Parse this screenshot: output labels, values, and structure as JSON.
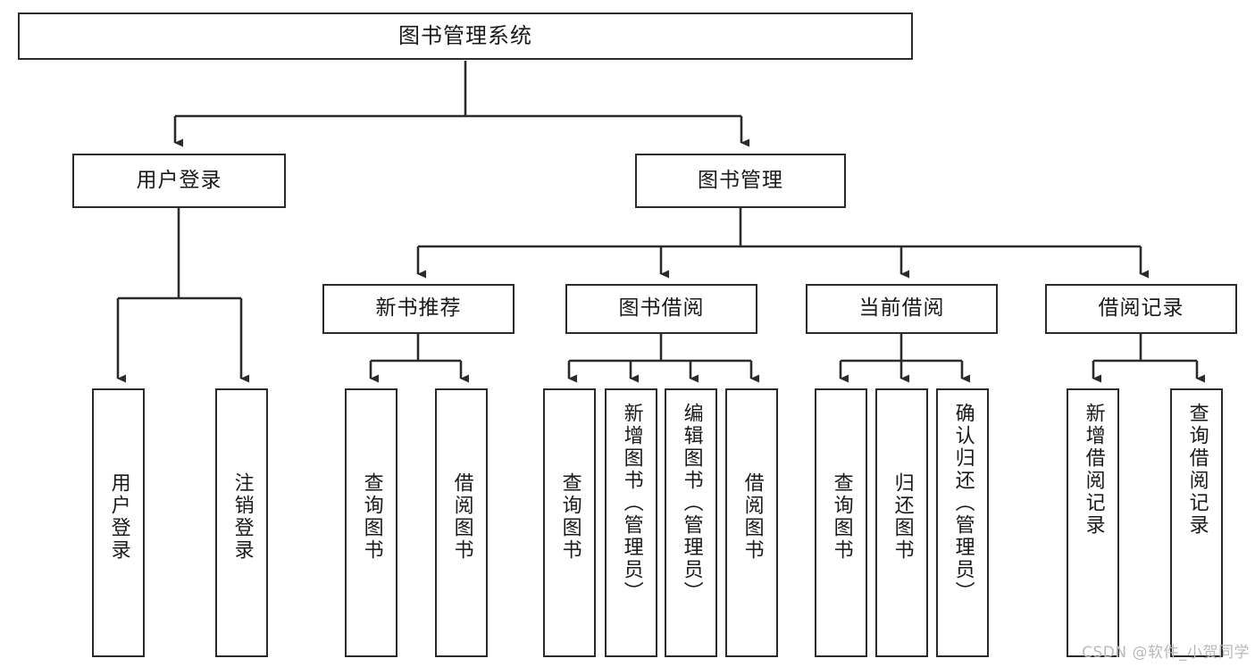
{
  "diagram": {
    "title": "图书管理系统",
    "type": "tree-hierarchy-chart",
    "root": {
      "label": "图书管理系统"
    },
    "level2": [
      {
        "label": "用户登录"
      },
      {
        "label": "图书管理"
      }
    ],
    "level3": [
      {
        "label": "新书推荐"
      },
      {
        "label": "图书借阅"
      },
      {
        "label": "当前借阅"
      },
      {
        "label": "借阅记录"
      }
    ],
    "leaves": {
      "user_login": [
        {
          "label": "用户登录"
        },
        {
          "label": "注销登录"
        }
      ],
      "new_book_recommend": [
        {
          "label": "查询图书"
        },
        {
          "label": "借阅图书"
        }
      ],
      "book_borrow": [
        {
          "label": "查询图书"
        },
        {
          "label": "新增图书（管理员）"
        },
        {
          "label": "编辑图书（管理员）"
        },
        {
          "label": "借阅图书"
        }
      ],
      "current_borrow": [
        {
          "label": "查询图书"
        },
        {
          "label": "归还图书"
        },
        {
          "label": "确认归还（管理员）"
        }
      ],
      "borrow_record": [
        {
          "label": "新增借阅记录"
        },
        {
          "label": "查询借阅记录"
        }
      ]
    }
  },
  "watermark": {
    "text": "CSDN @软件_小贺同学"
  },
  "colors": {
    "box_border": "#2b2b2b",
    "box_fill": "#ffffff",
    "line": "#2b2b2b",
    "text": "#1a1a1a",
    "watermark": "#b9b9b9"
  }
}
